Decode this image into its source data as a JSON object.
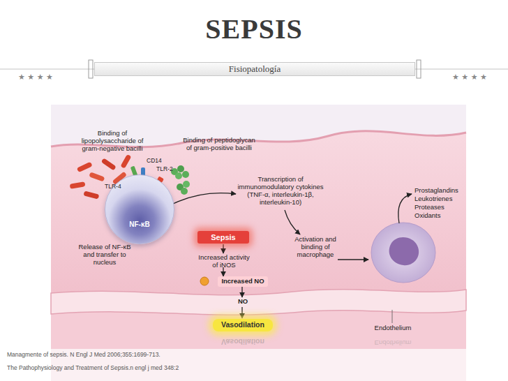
{
  "diagram": {
    "title": "SEPSIS",
    "nodes": [
      {
        "text": [
          "Fisiopatología"
        ]
      },
      {
        "text": [
          "NF-κB"
        ]
      },
      {
        "text": [
          "Sepsis"
        ]
      },
      {
        "text": [
          "Increased NO"
        ]
      },
      {
        "text": [
          "Vasodilation"
        ]
      }
    ],
    "labels": [
      "★ ★ ★ ★",
      "★ ★ ★ ★",
      "Binding of lipopolysaccharide of gram-negative bacilli",
      "CD14",
      "TLR-2",
      "TLR-4",
      "Binding of peptidoglycan of gram-positive bacilli",
      "Transcription of immunomodulatory cytokines (TNF-α, interleukin-1β, interleukin-10)",
      "Release of NF-κB and transfer to nucleus",
      "Increased activity of iNOS",
      "Activation and binding of macrophage",
      "Prostaglandins",
      "Leukotrienes",
      "Proteases",
      "Oxidants",
      "NO",
      "Endothelium",
      "Vasodilation",
      "Endothelium",
      "Managmente of sepsis. N Engl J Med 2006;355:1699-713.",
      "The Pathophysiology and Treatment of Sepsis.n engl j med 348:2"
    ]
  }
}
